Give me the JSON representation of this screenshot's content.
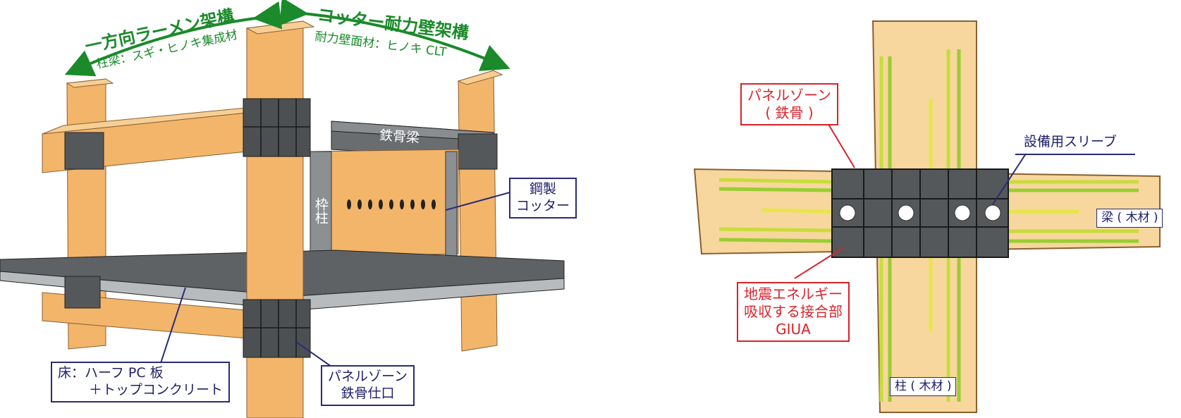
{
  "left": {
    "rahmen": {
      "title": "一方向ラーメン架構",
      "sub": "柱梁：スギ・ヒノキ集成材"
    },
    "cotter_wall": {
      "title": "コッター耐力壁架構",
      "sub": "耐力壁面材：ヒノキ CLT"
    },
    "steel_beam": "鉄骨梁",
    "frame_column": "枠柱",
    "steel_cotter": [
      "鋼製",
      "コッター"
    ],
    "floor": [
      "床：ハーフ PC 板",
      "＋トップコンクリート"
    ],
    "panel_zone_finish": [
      "パネルゾーン",
      "鉄骨仕口"
    ]
  },
  "right": {
    "panel_zone_steel": [
      "パネルゾーン",
      "( 鉄骨 )"
    ],
    "sleeve": "設備用スリーブ",
    "beam_wood": "梁 ( 木材 )",
    "column_wood": "柱 ( 木材 )",
    "giua": [
      "地震エネルギー",
      "吸収する接合部",
      "GIUA"
    ]
  },
  "colors": {
    "timber": "#F2B56A",
    "timber_dark": "#C98A3E",
    "steel": "#55585A",
    "green": "#1A8A2A",
    "navy": "#2A2A7A",
    "red": "#D8232A",
    "panel": "#F7D79E"
  }
}
